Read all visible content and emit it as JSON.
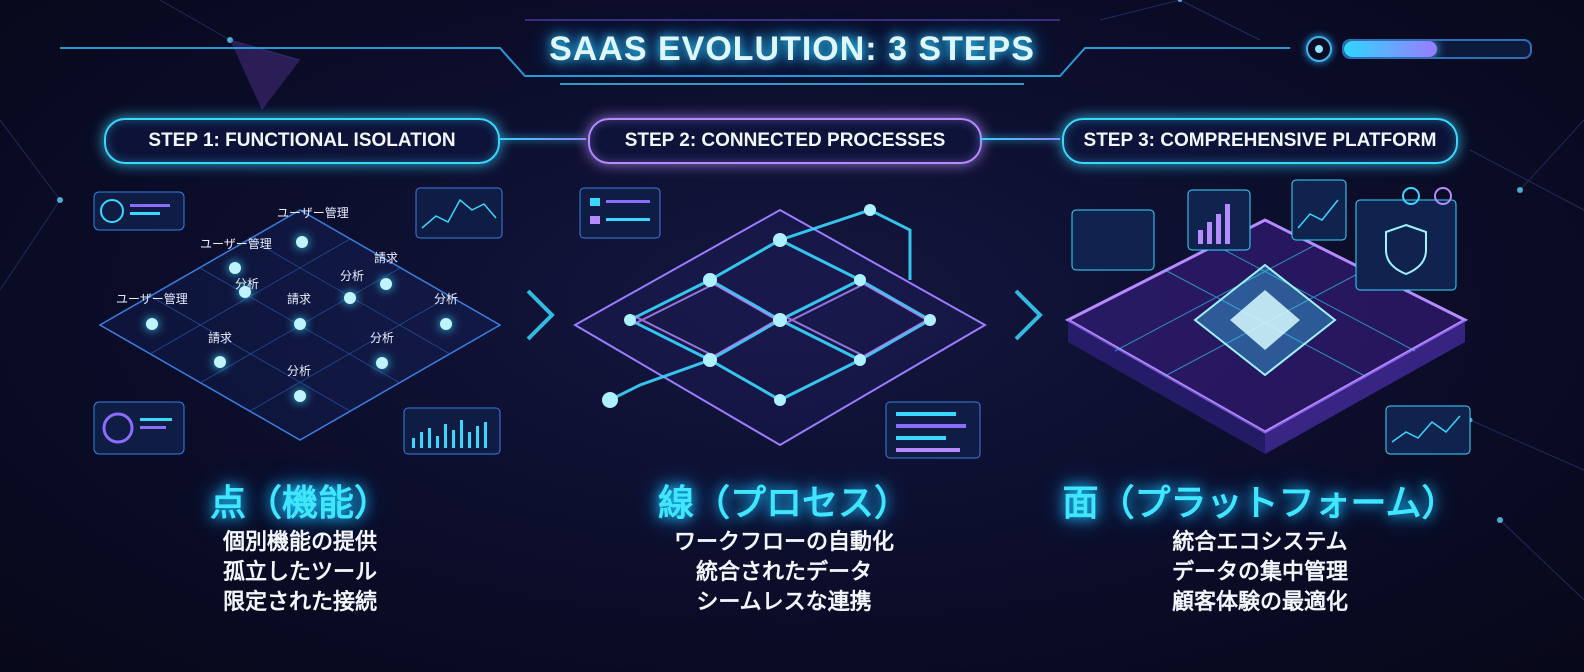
{
  "header": {
    "title": "SAAS EVOLUTION: 3 STEPS"
  },
  "progress": {
    "value": 0.5
  },
  "steps": [
    {
      "pill_label": "STEP 1: FUNCTIONAL ISOLATION",
      "title": "点（機能）",
      "items": [
        "個別機能の提供",
        "孤立したツール",
        "限定された接続"
      ],
      "node_labels": [
        "ユーザー管理",
        "ユーザー管理",
        "ユーザー管理",
        "分析",
        "請求",
        "請求",
        "分析",
        "分析",
        "請求",
        "分析",
        "分析"
      ]
    },
    {
      "pill_label": "STEP 2: CONNECTED PROCESSES",
      "title": "線（プロセス）",
      "items": [
        "ワークフローの自動化",
        "統合されたデータ",
        "シームレスな連携"
      ]
    },
    {
      "pill_label": "STEP 3: COMPREHENSIVE PLATFORM",
      "title": "面（プラットフォーム）",
      "items": [
        "統合エコシステム",
        "データの集中管理",
        "顧客体験の最適化"
      ]
    }
  ],
  "colors": {
    "cyan": "#38d8ff",
    "purple": "#b58bff",
    "title_glow": "#3fe6ff"
  }
}
